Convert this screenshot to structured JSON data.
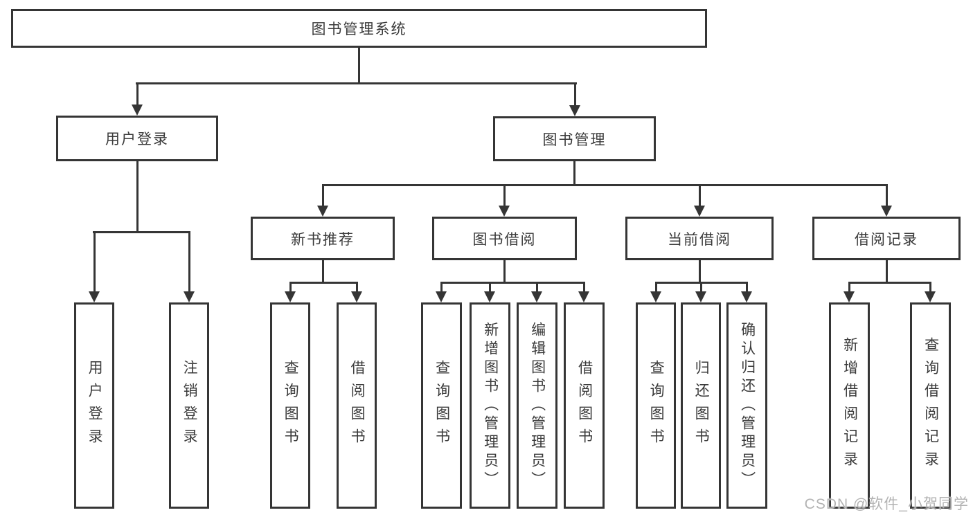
{
  "tree": {
    "root": {
      "label": "图书管理系统"
    },
    "branches": [
      {
        "label": "用户登录",
        "children": [
          "用户登录",
          "注销登录"
        ]
      },
      {
        "label": "图书管理",
        "children": [
          {
            "label": "新书推荐",
            "children": [
              "查询图书",
              "借阅图书"
            ]
          },
          {
            "label": "图书借阅",
            "children": [
              "查询图书",
              "新增图书（管理员）",
              "编辑图书（管理员）",
              "借阅图书"
            ]
          },
          {
            "label": "当前借阅",
            "children": [
              "查询图书",
              "归还图书",
              "确认归还（管理员）"
            ]
          },
          {
            "label": "借阅记录",
            "children": [
              "新增借阅记录",
              "查询借阅记录"
            ]
          }
        ]
      }
    ]
  },
  "watermark": "CSDN @软件_小贺同学",
  "colors": {
    "line": "#353535",
    "text": "#3a3a3a",
    "watermark": "#b3b3b3",
    "background": "#ffffff"
  }
}
